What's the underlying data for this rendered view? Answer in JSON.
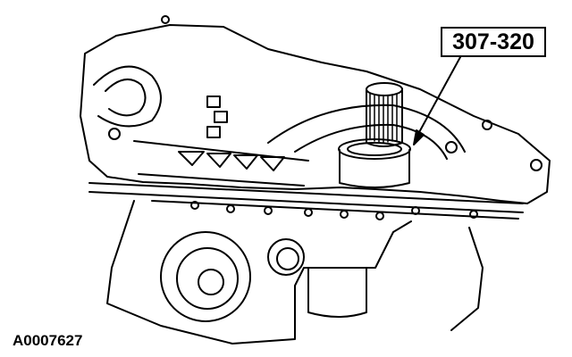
{
  "diagram": {
    "callout_label": "307-320",
    "figure_id": "A0007627"
  },
  "colors": {
    "ink": "#000000",
    "paper": "#ffffff"
  },
  "icons": [
    "transmission-case-illustration",
    "leader-arrow"
  ]
}
